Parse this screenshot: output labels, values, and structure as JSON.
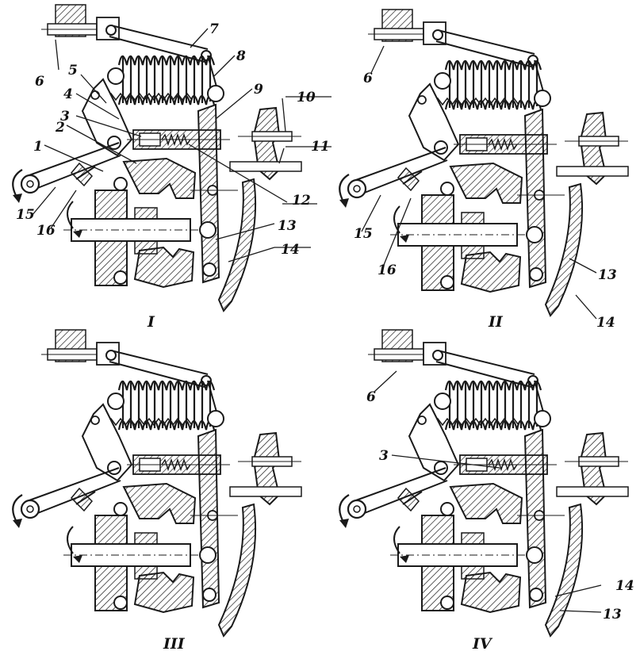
{
  "figure": {
    "panels": [
      {
        "id": "I",
        "label": "I",
        "callouts": [
          "1",
          "2",
          "3",
          "4",
          "5",
          "6",
          "7",
          "8",
          "9",
          "10",
          "11",
          "12",
          "13",
          "14",
          "15",
          "16"
        ]
      },
      {
        "id": "II",
        "label": "II",
        "callouts": [
          "6",
          "15",
          "16",
          "13",
          "14"
        ]
      },
      {
        "id": "III",
        "label": "III",
        "callouts": []
      },
      {
        "id": "IV",
        "label": "IV",
        "callouts": [
          "6",
          "3",
          "14",
          "13"
        ]
      }
    ]
  },
  "colors": {
    "ink": "#1a1a1a",
    "paper": "#ffffff"
  }
}
